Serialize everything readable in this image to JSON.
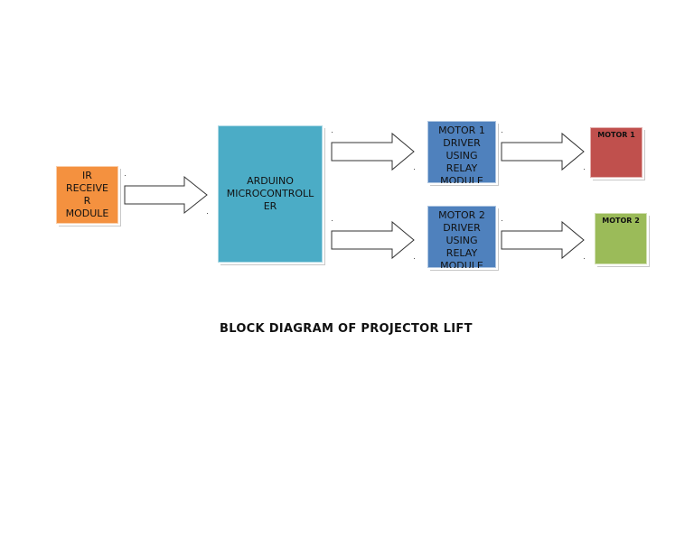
{
  "blocks": {
    "ir_receiver": {
      "label": "IR\nRECEIVE\nR\nMODULE",
      "color": "#f4913f"
    },
    "arduino": {
      "label": "ARDUINO\nMICROCONTROLL\nER",
      "color": "#4bacc6"
    },
    "driver1": {
      "label": "MOTOR 1\nDRIVER\nUSING\nRELAY\nMODULE",
      "color": "#4f81bd"
    },
    "driver2": {
      "label": "MOTOR 2\nDRIVER\nUSING\nRELAY\nMODULE",
      "color": "#4f81bd"
    },
    "motor1": {
      "label": "MOTOR 1",
      "color": "#c0504d"
    },
    "motor2": {
      "label": "MOTOR 2",
      "color": "#9bbb59"
    }
  },
  "caption": "BLOCK DIAGRAM OF PROJECTOR LIFT"
}
